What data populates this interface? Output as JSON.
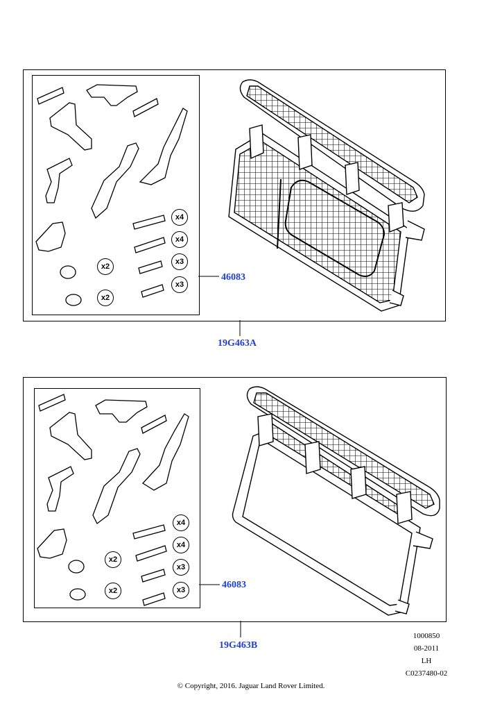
{
  "diagram_a": {
    "kit_callout": "46083",
    "assembly_callout": "19G463A",
    "quantities": [
      "x4",
      "x4",
      "x3",
      "x3",
      "x2",
      "x2"
    ]
  },
  "diagram_b": {
    "kit_callout": "46083",
    "assembly_callout": "19G463B",
    "quantities": [
      "x4",
      "x4",
      "x3",
      "x3",
      "x2",
      "x2"
    ]
  },
  "meta": {
    "illustration_number": "1000850",
    "date": "08-2011",
    "side": "LH",
    "reference": "C0237480-02"
  },
  "copyright": "© Copyright, 2016. Jaguar Land Rover Limited."
}
